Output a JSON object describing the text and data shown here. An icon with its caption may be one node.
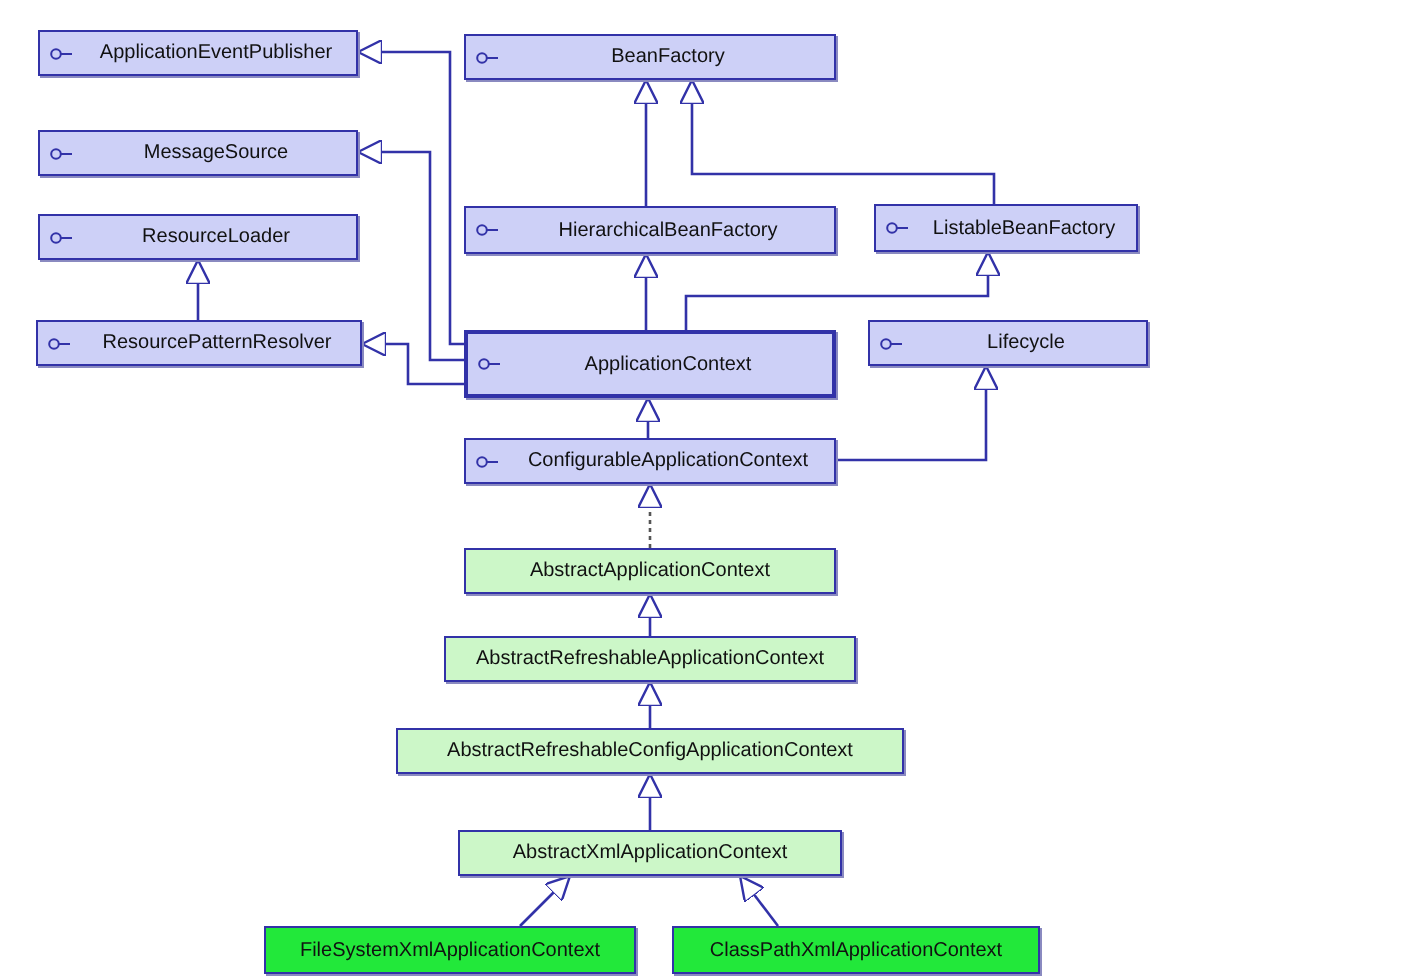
{
  "diagram": {
    "nodes": [
      {
        "text": [
          "ApplicationEventPublisher"
        ]
      },
      {
        "text": [
          "BeanFactory"
        ]
      },
      {
        "text": [
          "MessageSource"
        ]
      },
      {
        "text": [
          "ResourceLoader"
        ]
      },
      {
        "text": [
          "HierarchicalBeanFactory"
        ]
      },
      {
        "text": [
          "ListableBeanFactory"
        ]
      },
      {
        "text": [
          "ResourcePatternResolver"
        ]
      },
      {
        "text": [
          "ApplicationContext"
        ]
      },
      {
        "text": [
          "Lifecycle"
        ]
      },
      {
        "text": [
          "ConfigurableApplicationContext"
        ]
      },
      {
        "text": [
          "AbstractApplicationContext"
        ]
      },
      {
        "text": [
          "AbstractRefreshableApplicationContext"
        ]
      },
      {
        "text": [
          "AbstractRefreshableConfigApplicationContext"
        ]
      },
      {
        "text": [
          "AbstractXmlApplicationContext"
        ]
      },
      {
        "text": [
          "FileSystemXmlApplicationContext"
        ]
      },
      {
        "text": [
          "ClassPathXmlApplicationContext"
        ]
      }
    ],
    "edges": [
      {
        "from": 7,
        "to": 0,
        "arrow": "to"
      },
      {
        "from": 7,
        "to": 2,
        "arrow": "to"
      },
      {
        "from": 7,
        "to": 6,
        "arrow": "to"
      },
      {
        "from": 6,
        "to": 3,
        "arrow": "to"
      },
      {
        "from": 4,
        "to": 1,
        "arrow": "to"
      },
      {
        "from": 5,
        "to": 1,
        "arrow": "to"
      },
      {
        "from": 7,
        "to": 4,
        "arrow": "to"
      },
      {
        "from": 7,
        "to": 5,
        "arrow": "to"
      },
      {
        "from": 9,
        "to": 7,
        "arrow": "to"
      },
      {
        "from": 9,
        "to": 8,
        "arrow": "to"
      },
      {
        "from": 10,
        "to": 9,
        "arrow": "to",
        "style": "dashed",
        "color": "#555555"
      },
      {
        "from": 11,
        "to": 10,
        "arrow": "to"
      },
      {
        "from": 12,
        "to": 11,
        "arrow": "to"
      },
      {
        "from": 13,
        "to": 12,
        "arrow": "to"
      },
      {
        "from": 14,
        "to": 13,
        "arrow": "to"
      },
      {
        "from": 15,
        "to": 13,
        "arrow": "to"
      }
    ]
  }
}
